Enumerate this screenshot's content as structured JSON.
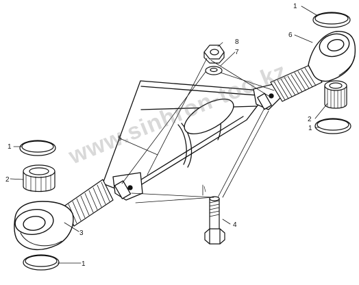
{
  "corner_mark": "",
  "watermark": "www.sinhron-too.kz",
  "callouts": [
    {
      "id": "c1a",
      "text": "1"
    },
    {
      "id": "c6a",
      "text": "6"
    },
    {
      "id": "c8",
      "text": "8"
    },
    {
      "id": "c7",
      "text": "7"
    },
    {
      "id": "c2r",
      "text": "2"
    },
    {
      "id": "c1r",
      "text": "1"
    },
    {
      "id": "c5",
      "text": "5"
    },
    {
      "id": "c1l",
      "text": "1"
    },
    {
      "id": "c2l",
      "text": "2"
    },
    {
      "id": "c3",
      "text": "3"
    },
    {
      "id": "c4",
      "text": "4"
    },
    {
      "id": "c1b",
      "text": "1"
    }
  ]
}
